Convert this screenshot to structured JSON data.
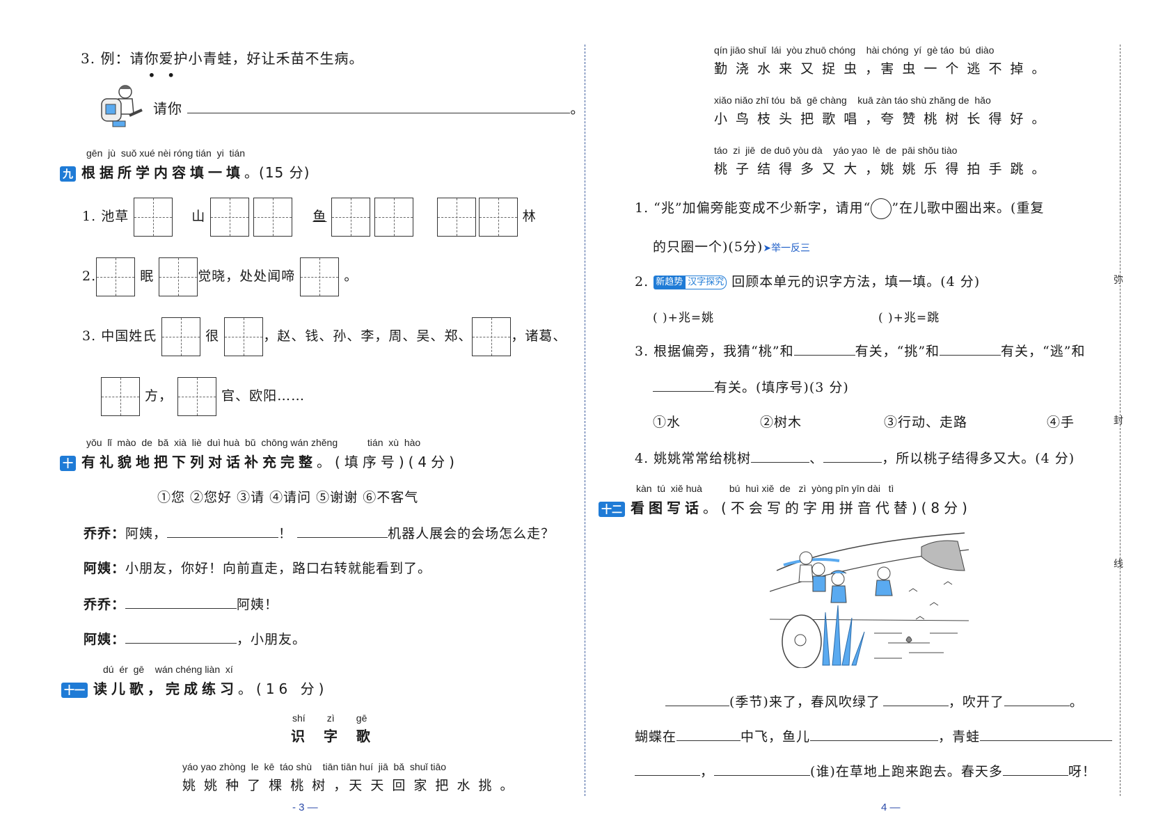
{
  "left_page": {
    "q8_item3": {
      "example_label": "3. 例：",
      "example_text": "请你爱护小青蛙，好让禾苗不生病。",
      "prompt": "请你",
      "end": "。"
    },
    "section9": {
      "badge": "九",
      "pinyin": "gēn  jù  suǒ xué nèi róng tián  yi  tián",
      "title": "根据所学内容填一填",
      "score": "。(15 分)",
      "item1": {
        "num": "1.",
        "a": "池草",
        "b": "山",
        "c": "鱼",
        "d": "林"
      },
      "item2": {
        "num": "2.",
        "a": "眠",
        "b": "觉晓，处处闻啼",
        "c": "。"
      },
      "item3": {
        "num": "3.",
        "a": "中国姓氏",
        "b": "很",
        "c": "，赵、钱、孙、李，周、吴、郑、",
        "d": "，诸葛、",
        "e": "方，",
        "f": "官、欧阳……"
      }
    },
    "section10": {
      "badge": "十",
      "pinyin": "yǒu  lǐ  mào  de  bǎ  xià  liè  duì huà  bǔ  chōng wán zhěng           tián  xù  hào",
      "title": "有礼貌地把下列对话补充完整",
      "score": "。(填序号)(4分)",
      "options": "①您   ②您好   ③请   ④请问   ⑤谢谢   ⑥不客气",
      "dialog": [
        {
          "speaker": "乔乔：",
          "pre": "阿姨，",
          "mid": "！",
          "post": "机器人展会的会场怎么走？"
        },
        {
          "speaker": "阿姨：",
          "text": "小朋友，你好！向前直走，路口右转就能看到了。"
        },
        {
          "speaker": "乔乔：",
          "post": "阿姨！"
        },
        {
          "speaker": "阿姨：",
          "post": "，小朋友。"
        }
      ]
    },
    "section11": {
      "badge": "十一",
      "pinyin": "dú  ér  gē    wán chéng liàn  xí",
      "title": "读儿歌，完成练习",
      "score": "。(16 分)",
      "poem_title_pinyin": "shí        zì        gē",
      "poem_title": "识  字  歌",
      "line1_pinyin": "yáo yao zhòng  le  kē  táo shù    tiān tiān huí  jiā  bǎ  shuǐ tiāo",
      "line1": "姚 姚 种 了 棵 桃 树 ，天 天 回 家 把 水 挑 。"
    },
    "page_number": "-  3 —"
  },
  "right_page": {
    "poem": [
      {
        "pinyin": "qín jiāo shuǐ  lái  yòu zhuō chóng    hài chóng  yí  gè táo  bú  diào",
        "text": "勤 浇 水 来 又 捉  虫 ，害  虫  一 个 逃 不 掉 。"
      },
      {
        "pinyin": "xiǎo niǎo zhī tóu  bǎ  gē chàng    kuā zàn táo shù zhǎng de  hǎo",
        "text": "小 鸟 枝 头 把 歌 唱 ，夸 赞 桃 树 长 得 好 。"
      },
      {
        "pinyin": "táo  zi  jiē  de duō yòu dà    yáo yao  lè  de  pāi shǒu tiào",
        "text": "桃 子 结 得 多 又 大 ，姚 姚 乐 得 拍 手 跳 。"
      }
    ],
    "q1": {
      "line1_pre": "1. “兆”加偏旁能变成不少新字，请用“",
      "line1_post": "”在儿歌中圈出来。(重复",
      "line2": "的只圈一个)(5分)",
      "tag": "➤举一反三"
    },
    "q2": {
      "num": "2.",
      "tag_a": "新趋势",
      "tag_b": "汉字探究",
      "text": "回顾本单元的识字方法，填一填。(4 分)",
      "eq1": "(        )+兆=姚",
      "eq2": "(        )+兆=跳"
    },
    "q3": {
      "pre": "3. 根据偏旁，我猜“桃”和",
      "mid1": "有关，“挑”和",
      "mid2": "有关，“逃”和",
      "line2": "有关。(填序号)(3 分)",
      "options": [
        "①水",
        "②树木",
        "③行动、走路",
        "④手"
      ]
    },
    "q4": {
      "pre": "4. 姚姚常常给桃树",
      "sep": "、",
      "post": "，所以桃子结得多又大。(4 分)"
    },
    "section12": {
      "badge": "十二",
      "pinyin": "kàn  tú  xiě huà          bú  huì xiě  de   zì  yòng pīn yīn dài   tì",
      "title": "看图写话",
      "score": "。(不会写的字用拼音代替)(8分)"
    },
    "writing": {
      "l1_a": "(季节)来了，春风吹绿了",
      "l1_b": "，吹开了",
      "l1_c": "。",
      "l2_a": "蝴蝶在",
      "l2_b": "中飞，鱼儿",
      "l2_c": "，青蛙",
      "l3_a": "，",
      "l3_b": "(谁)在草地上跑来跑去。春天多",
      "l3_c": "呀！"
    },
    "binding_marks": [
      "弥",
      "封",
      "线"
    ],
    "page_number": "4  —"
  }
}
